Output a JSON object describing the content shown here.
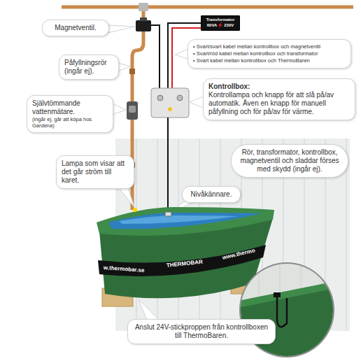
{
  "diagram": {
    "nodes": [
      {
        "text": [
          "Transformator",
          "60VA",
          "230V"
        ]
      },
      {
        "text": [
          "Magnetventil."
        ]
      },
      {
        "text": [
          "• Svart/svart kabel mellan kontrollbox och magnetventil",
          "• Svart/röd kabel mellan kontrollbox och transformator",
          "• Svart kabel mellan kontrollbox och ThermoBaren"
        ]
      },
      {
        "text": [
          "Påfyllningsrör (ingår ej)."
        ]
      },
      {
        "text": [
          "Kontrollbox:",
          "Kontrollampa och knapp för att slå på/av automatik. Även en knapp för manuell påfyllning och för på/av för värme."
        ]
      },
      {
        "text": [
          "Självtömmande vattenmätare.",
          "(ingår ej, går att köpa hos Gardena)"
        ]
      },
      {
        "text": [
          "Rör, transformator, kontrollbox, magnetventil och sladdar förses med skydd (ingår ej)."
        ]
      },
      {
        "text": [
          "Lampa som visar att det går ström till karet."
        ]
      },
      {
        "text": [
          "Nivåkännare."
        ]
      },
      {
        "text": [
          "Anslut 24V-stickproppen från kontrollboxen till ThermoBaren."
        ]
      }
    ],
    "labels": [
      "w.thermobar.se",
      "THERMOBAR",
      "www.thermo"
    ]
  }
}
